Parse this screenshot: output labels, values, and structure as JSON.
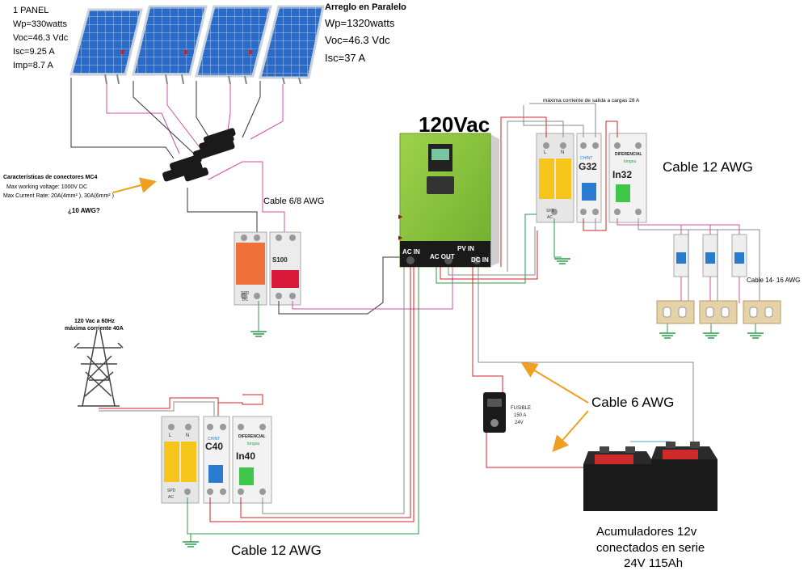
{
  "panel_info": {
    "title": "1 PANEL",
    "wp": "Wp=330watts",
    "voc": "Voc=46.3 Vdc",
    "isc": "Isc=9.25 A",
    "imp": "Imp=8.7 A"
  },
  "array_info": {
    "title": "Arreglo en Paralelo",
    "wp": "Wp=1320watts",
    "voc": "Voc=46.3 Vdc",
    "isc": "Isc=37 A"
  },
  "mc4": {
    "title": "Características de conectores MC4",
    "voltage": "Max working voltage: 1000V DC",
    "current": "Max Current Rate: 20A(4mm² ), 30A(6mm² )",
    "question": "¿10 AWG?"
  },
  "labels": {
    "cable_pv": "Cable 6/8 AWG",
    "inverter_voltage": "120Vac",
    "max_out": "máxima corriente de salida a cargas 28 A",
    "cable_loads": "Cable 12 AWG",
    "cable_outlets": "Cable 14- 16 AWG",
    "cable_battery": "Cable 6 AWG",
    "cable_grid": "Cable 12 AWG",
    "grid": "120 Vac a 60Hz",
    "grid_max": "máxima corriente 40A",
    "fuse": "FUSIBLE",
    "fuse_a": "150 A",
    "fuse_v": "24V",
    "battery_1": "Acumuladores 12v",
    "battery_2": "conectados en serie",
    "battery_3": "24V  115Ah"
  },
  "inverter": {
    "ac_in": "AC IN",
    "ac_out": "AC OUT",
    "pv_in": "PV IN",
    "dc_in": "DC IN"
  },
  "devices": {
    "spd": "SPD",
    "ac": "AC",
    "dc": "DC",
    "chint": "CHINT",
    "g32": "G32",
    "c40": "C40",
    "in32": "In32",
    "in40": "In40",
    "diferencial": "DIFERENCIAL",
    "tongou": "tongou",
    "pv_breaker": "S100",
    "l": "L",
    "n": "N"
  },
  "colors": {
    "panel_blue": "#1f5bb5",
    "inverter_green": "#8bc53f",
    "wire_pink": "#d04ca0",
    "wire_red": "#d42020",
    "wire_green": "#2a9a4a",
    "wire_gray": "#8a8a8a",
    "arrow_orange": "#f0a020",
    "spd_yellow": "#f6c51c",
    "spd_orange": "#f0703c"
  }
}
